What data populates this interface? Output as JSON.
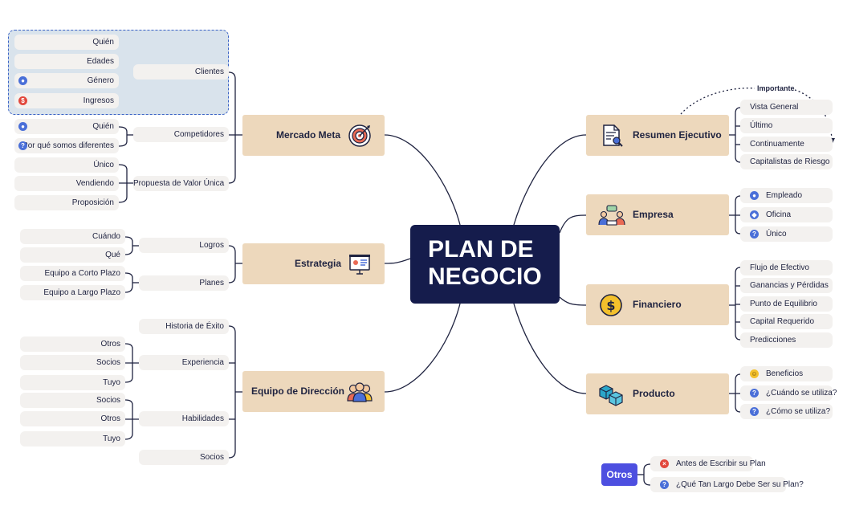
{
  "center_title": [
    "PLAN DE",
    "NEGOCIO"
  ],
  "mercado_meta": {
    "label": "Mercado Meta",
    "icon": "target-icon",
    "clientes": {
      "label": "Clientes",
      "items": [
        "Quién",
        "Edades",
        "Género",
        "Ingresos"
      ]
    },
    "competidores": {
      "label": "Competidores",
      "items": [
        "Quién",
        "Por qué somos diferentes"
      ]
    },
    "propuesta": {
      "label": "Propuesta de Valor Única",
      "items": [
        "Único",
        "Vendiendo",
        "Proposición"
      ]
    }
  },
  "estrategia": {
    "label": "Estrategia",
    "icon": "presentation-board-icon",
    "logros": {
      "label": "Logros",
      "items": [
        "Cuándo",
        "Qué"
      ]
    },
    "planes": {
      "label": "Planes",
      "items": [
        "Equipo a Corto Plazo",
        "Equipo a Largo Plazo"
      ]
    }
  },
  "equipo": {
    "label": "Equipo de Dirección",
    "icon": "team-icon",
    "historia": "Historia de Éxito",
    "experiencia": {
      "label": "Experiencia",
      "items": [
        "Otros",
        "Socios",
        "Tuyo"
      ]
    },
    "habilidades": {
      "label": "Habilidades",
      "items": [
        "Socios",
        "Otros",
        "Tuyo"
      ]
    },
    "socios": "Socios"
  },
  "resumen": {
    "label": "Resumen Ejecutivo",
    "icon": "document-search-icon",
    "items": [
      "Vista General",
      "Último",
      "Continuamente",
      "Capitalistas de Riesgo"
    ],
    "relationship_label": "Importante"
  },
  "empresa": {
    "label": "Empresa",
    "icon": "meeting-icon",
    "items": [
      "Empleado",
      "Oficina",
      "Único"
    ]
  },
  "financiero": {
    "label": "Financiero",
    "icon": "dollar-coin-icon",
    "items": [
      "Flujo de Efectivo",
      "Ganancias y Pérdidas",
      "Punto de Equilibrio",
      "Capital Requerido",
      "Predicciones"
    ]
  },
  "producto": {
    "label": "Producto",
    "icon": "boxes-icon",
    "items": [
      "Beneficios",
      "¿Cuándo se utiliza?",
      "¿Cómo se utiliza?"
    ]
  },
  "otros": {
    "label": "Otros",
    "items": [
      "Antes de Escribir su Plan",
      "¿Qué Tan Largo Debe Ser su Plan?"
    ]
  },
  "colors": {
    "center": "#151c4c",
    "main_topic": "#edd8bc",
    "subtopic": "#f3f1ef",
    "boundary": "#d9e3ec",
    "boundary_border": "#3a63c6",
    "otros": "#4d4fe0"
  }
}
